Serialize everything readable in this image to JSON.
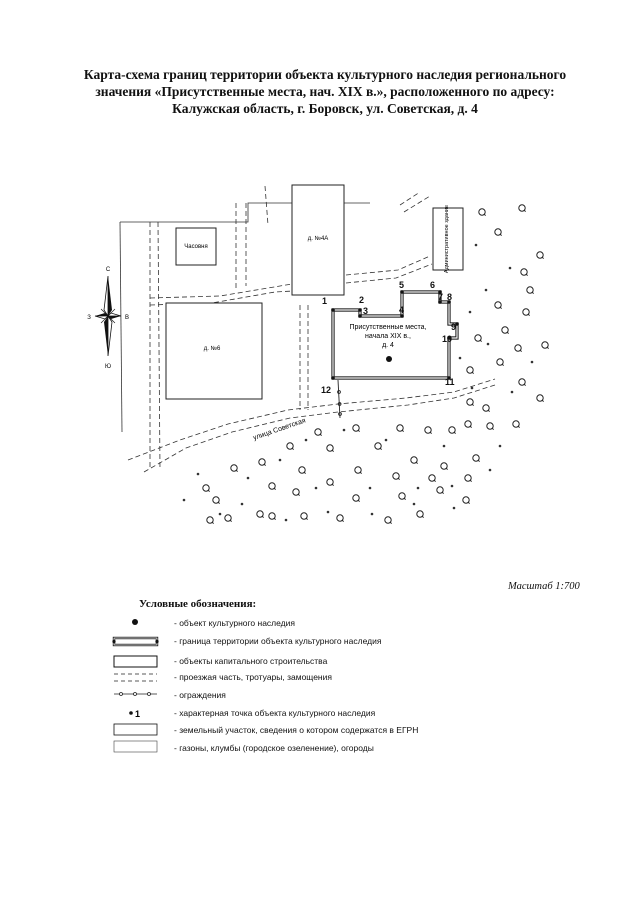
{
  "title": {
    "line1": "Карта-схема границ территории объекта культурного наследия регионального",
    "line2": "значения «Присутственные места, нач. XIX в.», расположенного по адресу:",
    "line3": "Калужская область, г. Боровск, ул. Советская, д. 4"
  },
  "map": {
    "buildings": {
      "chasovnya": "Часовня",
      "d6": "д. №6",
      "d4a": "д. №4А",
      "administrative": "Административное здание",
      "object_line1": "Присутственные места,",
      "object_line2": "начала XIX в.,",
      "object_line3": "д. 4"
    },
    "street": "улица Советская",
    "compass": {
      "n": "С",
      "s": "Ю",
      "w": "З",
      "e": "В"
    },
    "points": [
      "1",
      "2",
      "3",
      "4",
      "5",
      "6",
      "7",
      "8",
      "9",
      "10",
      "11",
      "12"
    ]
  },
  "scale": "Масштаб 1:700",
  "legend": {
    "title": "Условные обозначения:",
    "items": [
      "- объект культурного наследия",
      "- граница территории объекта культурного наследия",
      "- объекты капитального строительства",
      "- проезжая часть, тротуары, замощения",
      "- ограждения",
      "- характерная точка объекта культурного наследия",
      "- земельный участок, сведения о котором содержатся в ЕГРН",
      "- газоны, клумбы (городское озеленение), огороды"
    ],
    "point_symbol": "1"
  },
  "colors": {
    "ink": "#111111",
    "background": "#ffffff"
  }
}
